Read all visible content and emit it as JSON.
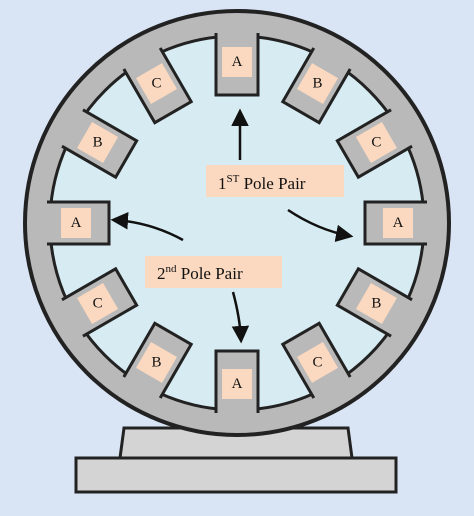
{
  "colors": {
    "background": "#d9e5f4",
    "stator": "#b9b9b9",
    "airgap": "#d7ebf2",
    "label_box": "#fbd9c0",
    "outline": "#222222",
    "base": "#d4d4d4"
  },
  "labels": {
    "pole_pair_1_base": "1",
    "pole_pair_1_sup": "ST",
    "pole_pair_1_text": " Pole Pair",
    "pole_pair_2_base": "2",
    "pole_pair_2_sup": "nd",
    "pole_pair_2_text": " Pole Pair"
  },
  "slots": [
    "A",
    "B",
    "C",
    "A",
    "B",
    "C",
    "A",
    "B",
    "C",
    "A",
    "B",
    "C"
  ]
}
